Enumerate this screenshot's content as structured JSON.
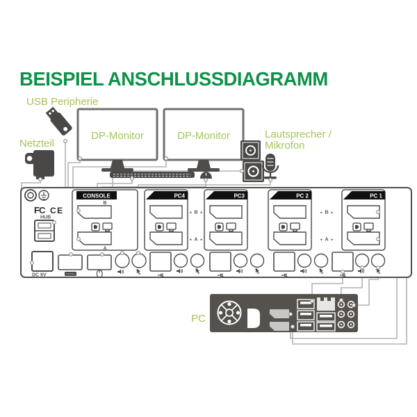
{
  "title": "BEISPIEL ANSCHLUSSDIAGRAMM",
  "labels": {
    "usb_peripherie": "USB Peripherie",
    "netzteil": "Netzteil",
    "monitor_1": "DP-Monitor",
    "monitor_2": "DP-Monitor",
    "speaker_mic_line1": "Lautsprecher /",
    "speaker_mic_line2": "Mikrofon",
    "pc": "PC"
  },
  "device": {
    "fcc": "FC",
    "ce": "CE",
    "hub": "HUB",
    "dc": "DC 9V",
    "console_label": "CONSOLE",
    "port_b": "B",
    "port_a": "A",
    "arrow_left": "◂",
    "arrow_right": "▸",
    "sections": [
      {
        "label": "PC4"
      },
      {
        "label": "PC3"
      },
      {
        "label": "PC 2"
      },
      {
        "label": "PC 1"
      }
    ]
  },
  "colors": {
    "title_green": "#0d9247",
    "label_green": "#a6c35b",
    "line_gray": "#b4b3b1",
    "dark_gray": "#4a4847",
    "panel_stroke": "#4e4e4c"
  }
}
